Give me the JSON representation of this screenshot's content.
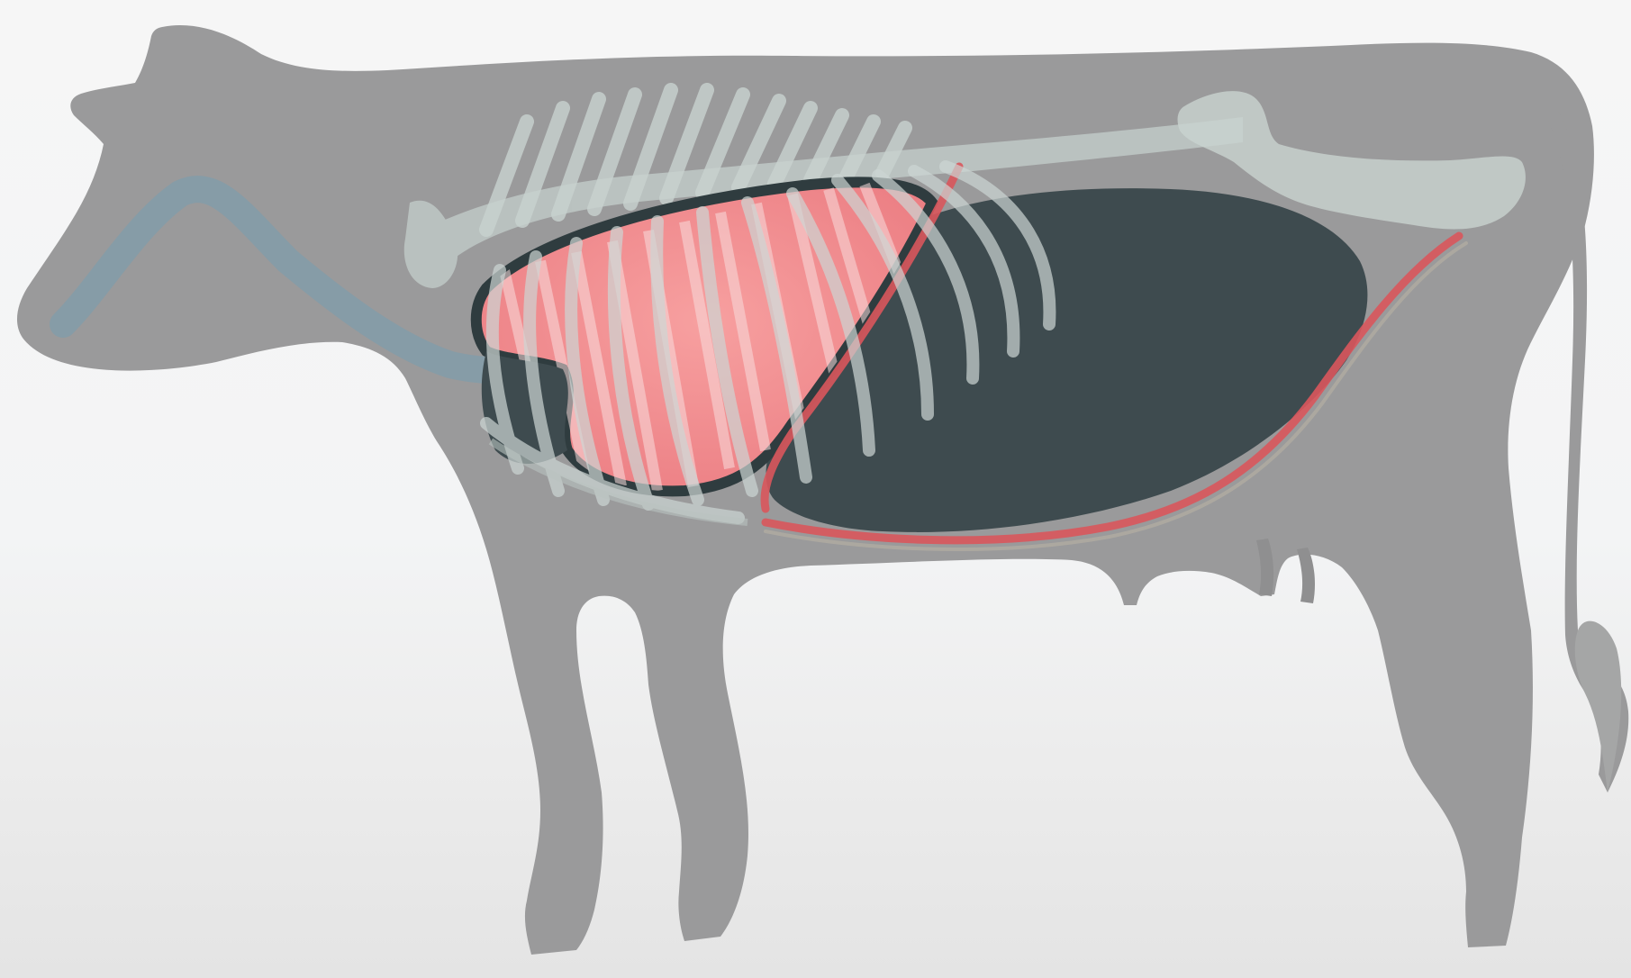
{
  "diagram": {
    "subject": "cow-anatomy-silhouette",
    "parts": [
      "cow-body",
      "trachea",
      "lungs",
      "rib-cage",
      "spine",
      "pelvis",
      "rumen",
      "diaphragm",
      "udder",
      "tail"
    ],
    "colors": {
      "background": "#f4f4f4",
      "body": "#9a9a9b",
      "body_shadow": "#8e8e8f",
      "bones": "#c9d3d0",
      "lungs": "#f08a8c",
      "lung_outline": "#2f3c3f",
      "rumen": "#3e4b4f",
      "diaphragm": "#d9575c",
      "trachea": "#7f9cab"
    }
  }
}
